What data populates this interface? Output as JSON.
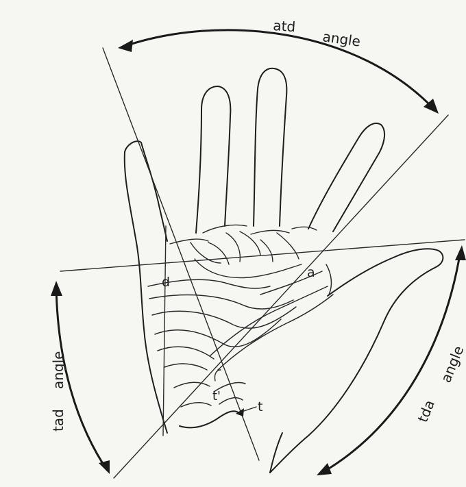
{
  "angles": {
    "atd": [
      "atd",
      "angle"
    ],
    "tad": [
      "tad",
      "angle"
    ],
    "tda": [
      "tda",
      "angle"
    ]
  },
  "points": {
    "d": "d",
    "a": "a",
    "t": "t",
    "t_prime": "t'"
  },
  "ink_color": "#1e1e1e",
  "paper_color": "#f6f6f3"
}
